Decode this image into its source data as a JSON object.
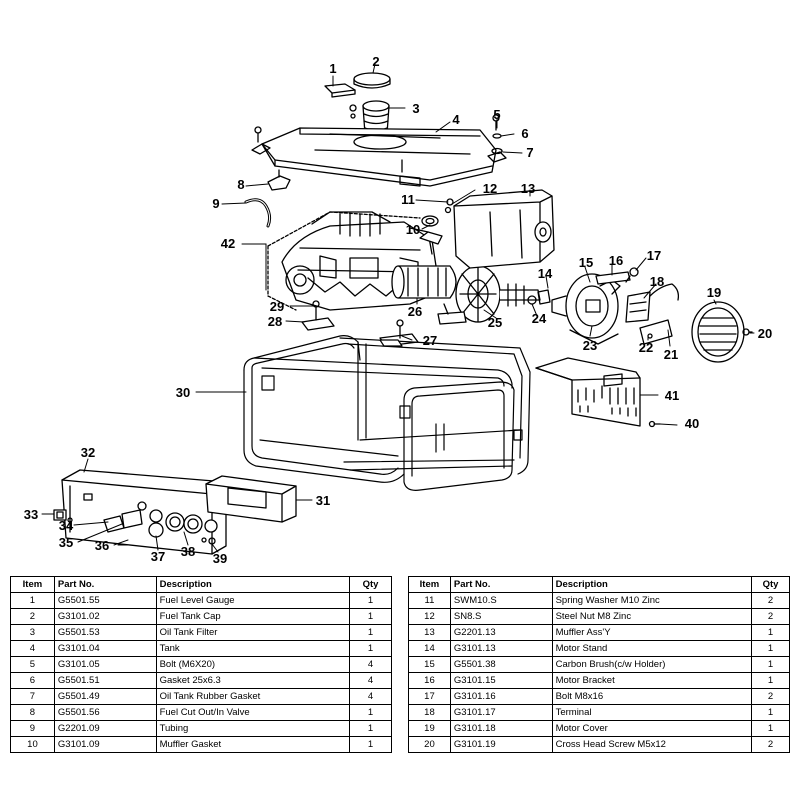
{
  "callouts": [
    "1",
    "2",
    "3",
    "4",
    "5",
    "6",
    "7",
    "8",
    "9",
    "10",
    "11",
    "12",
    "13",
    "14",
    "15",
    "16",
    "17",
    "18",
    "19",
    "20",
    "21",
    "22",
    "23",
    "24",
    "25",
    "26",
    "27",
    "28",
    "29",
    "30",
    "31",
    "32",
    "33",
    "34",
    "35",
    "36",
    "37",
    "38",
    "39",
    "40",
    "41",
    "42"
  ],
  "table_headers": {
    "item": "Item",
    "part_no": "Part No.",
    "description": "Description",
    "qty": "Qty"
  },
  "parts_left": [
    {
      "item": "1",
      "part_no": "G5501.55",
      "description": "Fuel Level Gauge",
      "qty": "1"
    },
    {
      "item": "2",
      "part_no": "G3101.02",
      "description": "Fuel Tank Cap",
      "qty": "1"
    },
    {
      "item": "3",
      "part_no": "G5501.53",
      "description": "Oil Tank Filter",
      "qty": "1"
    },
    {
      "item": "4",
      "part_no": "G3101.04",
      "description": "Tank",
      "qty": "1"
    },
    {
      "item": "5",
      "part_no": "G3101.05",
      "description": "Bolt (M6X20)",
      "qty": "4"
    },
    {
      "item": "6",
      "part_no": "G5501.51",
      "description": "Gasket 25x6.3",
      "qty": "4"
    },
    {
      "item": "7",
      "part_no": "G5501.49",
      "description": "Oil Tank Rubber Gasket",
      "qty": "4"
    },
    {
      "item": "8",
      "part_no": "G5501.56",
      "description": "Fuel Cut Out/In Valve",
      "qty": "1"
    },
    {
      "item": "9",
      "part_no": "G2201.09",
      "description": "Tubing",
      "qty": "1"
    },
    {
      "item": "10",
      "part_no": "G3101.09",
      "description": "Muffler Gasket",
      "qty": "1"
    }
  ],
  "parts_right": [
    {
      "item": "11",
      "part_no": "SWM10.S",
      "description": "Spring Washer M10 Zinc",
      "qty": "2"
    },
    {
      "item": "12",
      "part_no": "SN8.S",
      "description": "Steel Nut M8 Zinc",
      "qty": "2"
    },
    {
      "item": "13",
      "part_no": "G2201.13",
      "description": "Muffler Ass'Y",
      "qty": "1"
    },
    {
      "item": "14",
      "part_no": "G3101.13",
      "description": "Motor Stand",
      "qty": "1"
    },
    {
      "item": "15",
      "part_no": "G5501.38",
      "description": "Carbon Brush(c/w Holder)",
      "qty": "1"
    },
    {
      "item": "16",
      "part_no": "G3101.15",
      "description": "Motor Bracket",
      "qty": "1"
    },
    {
      "item": "17",
      "part_no": "G3101.16",
      "description": "Bolt M8x16",
      "qty": "2"
    },
    {
      "item": "18",
      "part_no": "G3101.17",
      "description": "Terminal",
      "qty": "1"
    },
    {
      "item": "19",
      "part_no": "G3101.18",
      "description": "Motor Cover",
      "qty": "1"
    },
    {
      "item": "20",
      "part_no": "G3101.19",
      "description": "Cross Head Screw M5x12",
      "qty": "2"
    }
  ]
}
